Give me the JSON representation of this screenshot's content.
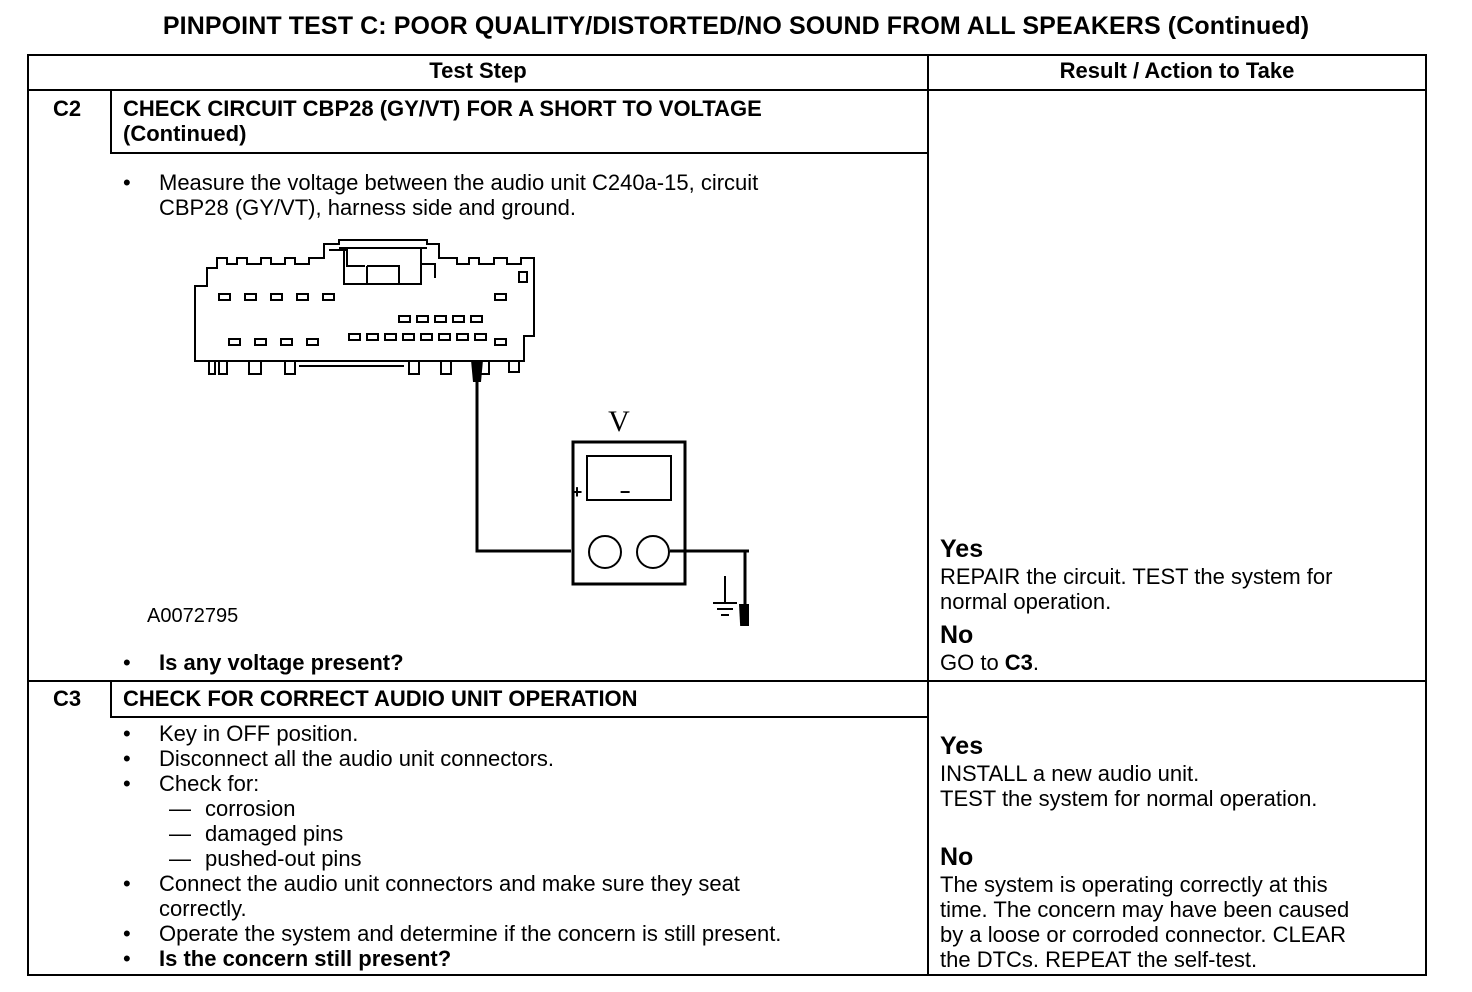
{
  "title": "PINPOINT TEST  C: POOR QUALITY/DISTORTED/NO SOUND FROM ALL SPEAKERS (Continued)",
  "headers": {
    "test_step": "Test Step",
    "result": "Result / Action to Take"
  },
  "c2": {
    "id": "C2",
    "title_line1": "CHECK CIRCUIT CBP28 (GY/VT) FOR A SHORT TO VOLTAGE",
    "title_line2": "(Continued)",
    "bullet": "•",
    "instruction_line1": "Measure the voltage between the audio unit C240a-15, circuit",
    "instruction_line2": "CBP28 (GY/VT), harness side and ground.",
    "figure_id": "A0072795",
    "meter_label": "V",
    "plus": "+",
    "minus": "−",
    "question": "Is any voltage present?",
    "yes_label": "Yes",
    "yes_line1": "REPAIR the circuit. TEST the system for",
    "yes_line2": "normal operation.",
    "no_label": "No",
    "no_text_prefix": "GO to ",
    "no_text_ref": "C3",
    "no_text_suffix": "."
  },
  "c3": {
    "id": "C3",
    "title": "CHECK FOR CORRECT AUDIO UNIT OPERATION",
    "bullet": "•",
    "dash": "—",
    "step1": "Key in OFF position.",
    "step2": "Disconnect all the audio unit connectors.",
    "step3": "Check for:",
    "sub1": "corrosion",
    "sub2": "damaged pins",
    "sub3": "pushed-out pins",
    "step4_line1": "Connect the audio unit connectors and make sure they seat",
    "step4_line2": "correctly.",
    "step5": "Operate the system and determine if the concern is still present.",
    "question": "Is the concern still present?",
    "yes_label": "Yes",
    "yes_line1": "INSTALL a new audio unit.",
    "yes_line2": "TEST the system for normal operation.",
    "no_label": "No",
    "no_line1": "The system is operating correctly at this",
    "no_line2": "time. The concern may have been caused",
    "no_line3": "by a loose or corroded connector. CLEAR",
    "no_line4": "the DTCs. REPEAT the self-test."
  }
}
